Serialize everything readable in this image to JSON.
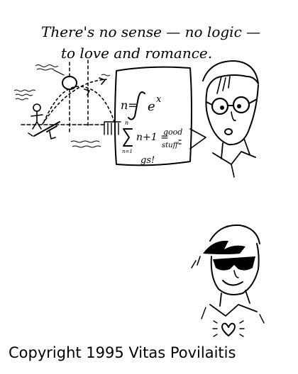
{
  "caption": {
    "line1": "There's no sense — no logic —",
    "line2": "to love and romance."
  },
  "board": {
    "eq1_lhs": "n=",
    "eq1_rhs": "e",
    "eq1_sup": "x",
    "sum_top": "n",
    "sum_bottom": "n=1",
    "sum_expr": "n+1 =",
    "good": "good",
    "stuff": "stuff",
    "gs": "gs!"
  },
  "footer": {
    "copyright": "Copyright 1995 Vitas Povilaitis"
  }
}
